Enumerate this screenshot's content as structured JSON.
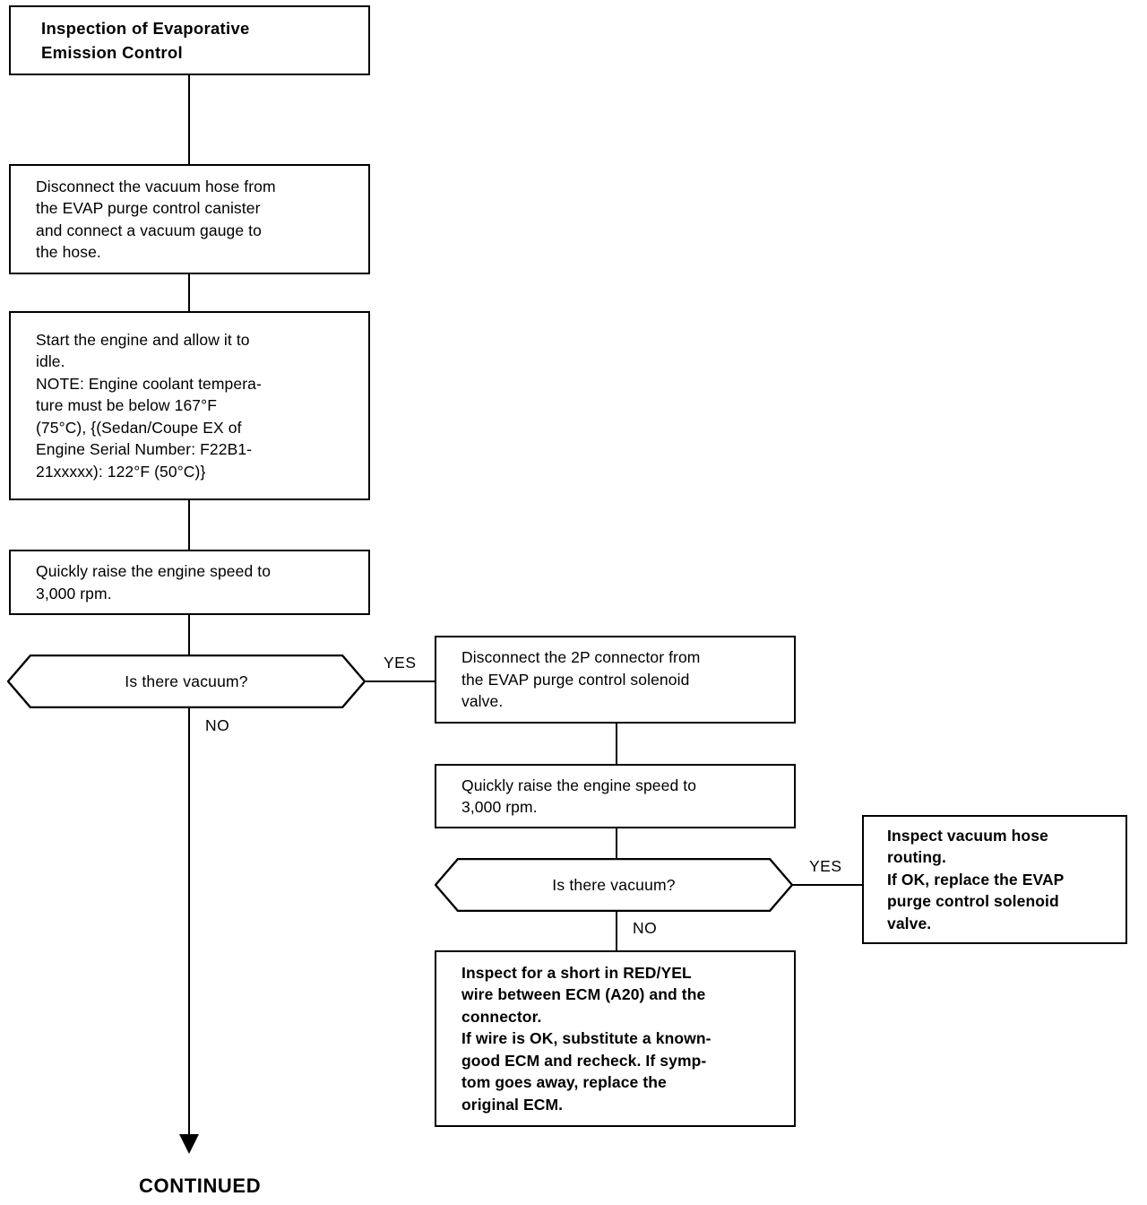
{
  "document": {
    "type": "troubleshooting-flowchart",
    "title": "Inspection of Evaporative Emission Control"
  },
  "nodes": {
    "title_box": {
      "label": "Inspection of Evaporative\nEmission Control"
    },
    "step_disconnect_hose": {
      "label": "Disconnect the vacuum hose from\nthe EVAP purge control canister\nand connect a vacuum gauge to\nthe hose."
    },
    "step_start_engine": {
      "label": "Start the engine and allow it to\nidle.\nNOTE: Engine coolant tempera-\nture must be below 167°F\n(75°C), {(Sedan/Coupe EX of\nEngine Serial Number: F22B1-\n21xxxxx): 122°F (50°C)}"
    },
    "step_raise_rpm_1": {
      "label": "Quickly raise the engine speed to\n3,000 rpm."
    },
    "decision_vacuum_1": {
      "label": "Is there vacuum?",
      "yes_label": "YES",
      "no_label": "NO"
    },
    "step_disconnect_2p": {
      "label": "Disconnect the 2P connector from\nthe EVAP purge control solenoid\nvalve."
    },
    "step_raise_rpm_2": {
      "label": "Quickly raise the engine speed to\n3,000 rpm."
    },
    "decision_vacuum_2": {
      "label": "Is there vacuum?",
      "yes_label": "YES",
      "no_label": "NO"
    },
    "result_inspect_routing": {
      "label": "Inspect vacuum hose\nrouting.\nIf OK, replace the EVAP\npurge control solenoid\nvalve."
    },
    "result_inspect_short": {
      "label": "Inspect for a short in RED/YEL\nwire between ECM (A20) and the\nconnector.\nIf wire is OK, substitute a known-\ngood ECM and recheck. If symp-\ntom goes away, replace the\noriginal ECM."
    },
    "continued": {
      "label": "CONTINUED"
    }
  },
  "colors": {
    "ink": "#000000",
    "paper": "#ffffff"
  }
}
